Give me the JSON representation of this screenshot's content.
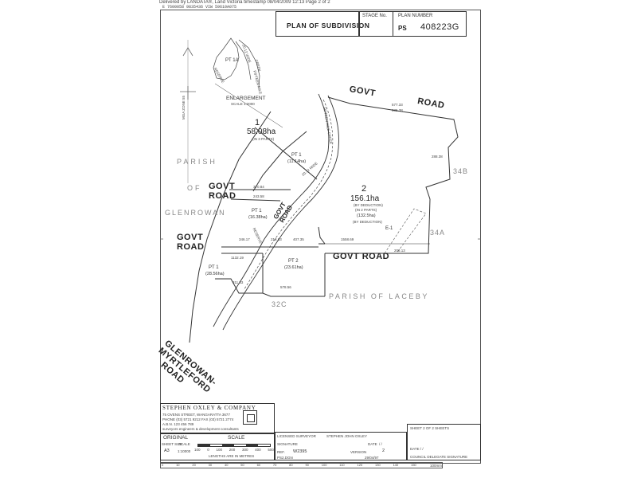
{
  "header": {
    "delivery_line": "Delivered by LANDATA®, Land Victoria timestamp 08/04/2009 12:13   Page 2 of 2",
    "ref_line": "E 7600058   9835436 VIW 59610A075"
  },
  "title_block": {
    "title": "PLAN OF SUBDIVISION",
    "stage_label": "STAGE No.",
    "plan_number_label": "PLAN NUMBER",
    "ps_prefix": "PS",
    "plan_number": "408223G"
  },
  "enlargement": {
    "label": "ENLARGEMENT",
    "scale": "SCALE 1:2000",
    "lot": "PT 1A",
    "reserve": "RESERVE",
    "width": "20.12 WIDE",
    "creek": "CREEK",
    "fifteen_mile": "FIFTEEN MILE"
  },
  "map": {
    "roads": {
      "govt_road_top": "GOVT ROAD",
      "govt_road_left": "GOVT ROAD",
      "govt_road_left2": "GOVT ROAD",
      "govt_road_middle": "GOVT ROAD",
      "govt_road_diag": "GOVT ROAD",
      "glenrowan_myrtleford_1": "GLENROWAN-",
      "glenrowan_myrtleford_2": "MYRTLEFORD",
      "glenrowan_myrtleford_3": "ROAD"
    },
    "parish": {
      "parish_of": "PARISH",
      "of": "OF",
      "glenrowan": "GLENROWAN",
      "parish_lacepy": "PARISH OF LACEBY"
    },
    "lots": {
      "lot1_number": "1",
      "lot1_area": "58.08ha",
      "lot1_note": "(IN 3 PARTS)",
      "lot2_number": "2",
      "lot2_area": "156.1ha",
      "lot2_note1": "(BY DEDUCTION)",
      "lot2_note2": "(IN 2 PARTS)",
      "lot2_part": "(132.5ha)",
      "lot2_part_note": "(BY DEDUCTION)",
      "pt1_a": "PT 1",
      "pt1_a_area": "(11.14ha)",
      "pt1_b": "PT 1",
      "pt1_b_area": "(16.38ha)",
      "pt1_c": "PT 1",
      "pt1_c_area": "(28.56ha)",
      "pt2": "PT 2",
      "pt2_area": "(23.61ha)"
    },
    "allotments": {
      "a34b": "34B",
      "a34a": "34A",
      "a32c": "32C"
    },
    "easement": "E-1",
    "reserve_label": "RESERVE",
    "wide_label": "20.12 WIDE",
    "creek_label": "FIFTEEN MILE CREEK",
    "dims": {
      "d1": "577.33",
      "d2": "985.38",
      "d3": "288.38",
      "d4": "1558.69",
      "d5": "206.13",
      "d6": "578.56",
      "d7": "311.83",
      "d8": "1132.19",
      "d9": "370.84",
      "d10": "243.58",
      "d11": "218.83",
      "d12": "407.35",
      "d13": "346.17"
    },
    "grid_label": "MGA ZONE 55"
  },
  "footer": {
    "firm": "STEPHEN OXLEY & COMPANY",
    "firm_addr1": "75 OVENS STREET, WANGARATTA  3677",
    "firm_addr2": "PHONE (03) 5721 9212   FAX (03) 5721 2774",
    "firm_addr3": "A.B.N.  123 456 789",
    "firm_addr4": "surveyors engineers & development consultants",
    "original": "ORIGINAL",
    "sheet_size_label": "SHEET SIZE",
    "sheet_size": "A3",
    "scale_label": "SCALE",
    "scale_value": "1:10000",
    "scale_header": "SCALE",
    "scale_ticks": [
      "100",
      "0",
      "100",
      "200",
      "300",
      "400",
      "500"
    ],
    "lengths": "LENGTHS ARE IN METRES",
    "surveyor_label": "LICENSED SURVEYOR",
    "surveyor_name": "STEPHEN JOHN OXLEY",
    "signature_label": "SIGNATURE",
    "date_label": "DATE",
    "date_value": "/   /",
    "ref_label": "REF.",
    "ref_value": "W2395",
    "file_value": "PS2.DGN",
    "version_label": "VERSION",
    "version_value": "2",
    "file_date": "29/04/97",
    "sheet_label": "SHEET  2  OF  2  SHEETS",
    "council_date": "DATE    /   /",
    "council_label": "COUNCIL DELEGATE SIGNATURE",
    "ruler_ticks": [
      "0",
      "10",
      "20",
      "30",
      "40",
      "50",
      "60",
      "70",
      "80",
      "90",
      "100",
      "110",
      "120",
      "130",
      "140",
      "150"
    ],
    "ruler_unit": "100mm"
  }
}
